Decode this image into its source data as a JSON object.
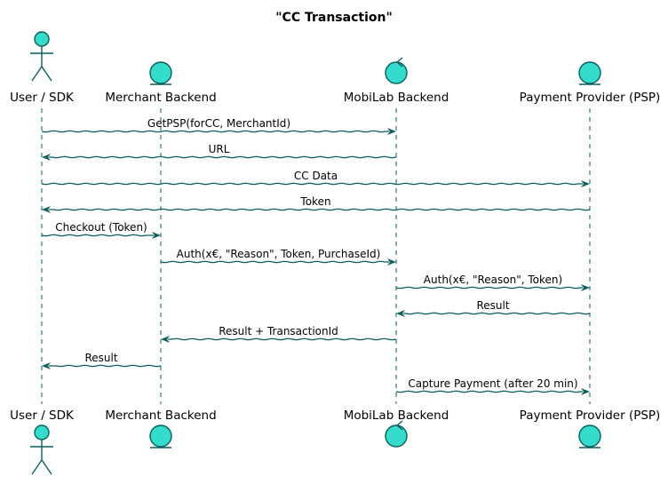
{
  "title": "\"CC Transaction\"",
  "participants": [
    {
      "id": "user",
      "name": "User / SDK",
      "kind": "actor"
    },
    {
      "id": "merchant",
      "name": "Merchant Backend",
      "kind": "entity"
    },
    {
      "id": "mobilab",
      "name": "MobiLab Backend",
      "kind": "control"
    },
    {
      "id": "psp",
      "name": "Payment Provider (PSP)",
      "kind": "entity"
    }
  ],
  "messages": [
    {
      "from": "user",
      "to": "mobilab",
      "label": "GetPSP(forCC, MerchantId)"
    },
    {
      "from": "mobilab",
      "to": "user",
      "label": "URL"
    },
    {
      "from": "user",
      "to": "psp",
      "label": "CC Data"
    },
    {
      "from": "psp",
      "to": "user",
      "label": "Token"
    },
    {
      "from": "user",
      "to": "merchant",
      "label": "Checkout (Token)"
    },
    {
      "from": "merchant",
      "to": "mobilab",
      "label": "Auth(x€, \"Reason\", Token, PurchaseId)"
    },
    {
      "from": "mobilab",
      "to": "psp",
      "label": "Auth(x€, \"Reason\", Token)"
    },
    {
      "from": "psp",
      "to": "mobilab",
      "label": "Result"
    },
    {
      "from": "mobilab",
      "to": "merchant",
      "label": "Result + TransactionId"
    },
    {
      "from": "merchant",
      "to": "user",
      "label": "Result"
    },
    {
      "from": "mobilab",
      "to": "psp",
      "label": "Capture Payment (after 20 min)"
    }
  ],
  "colors": {
    "participant_fill": "#34dccc",
    "line": "#0b5f5f"
  }
}
